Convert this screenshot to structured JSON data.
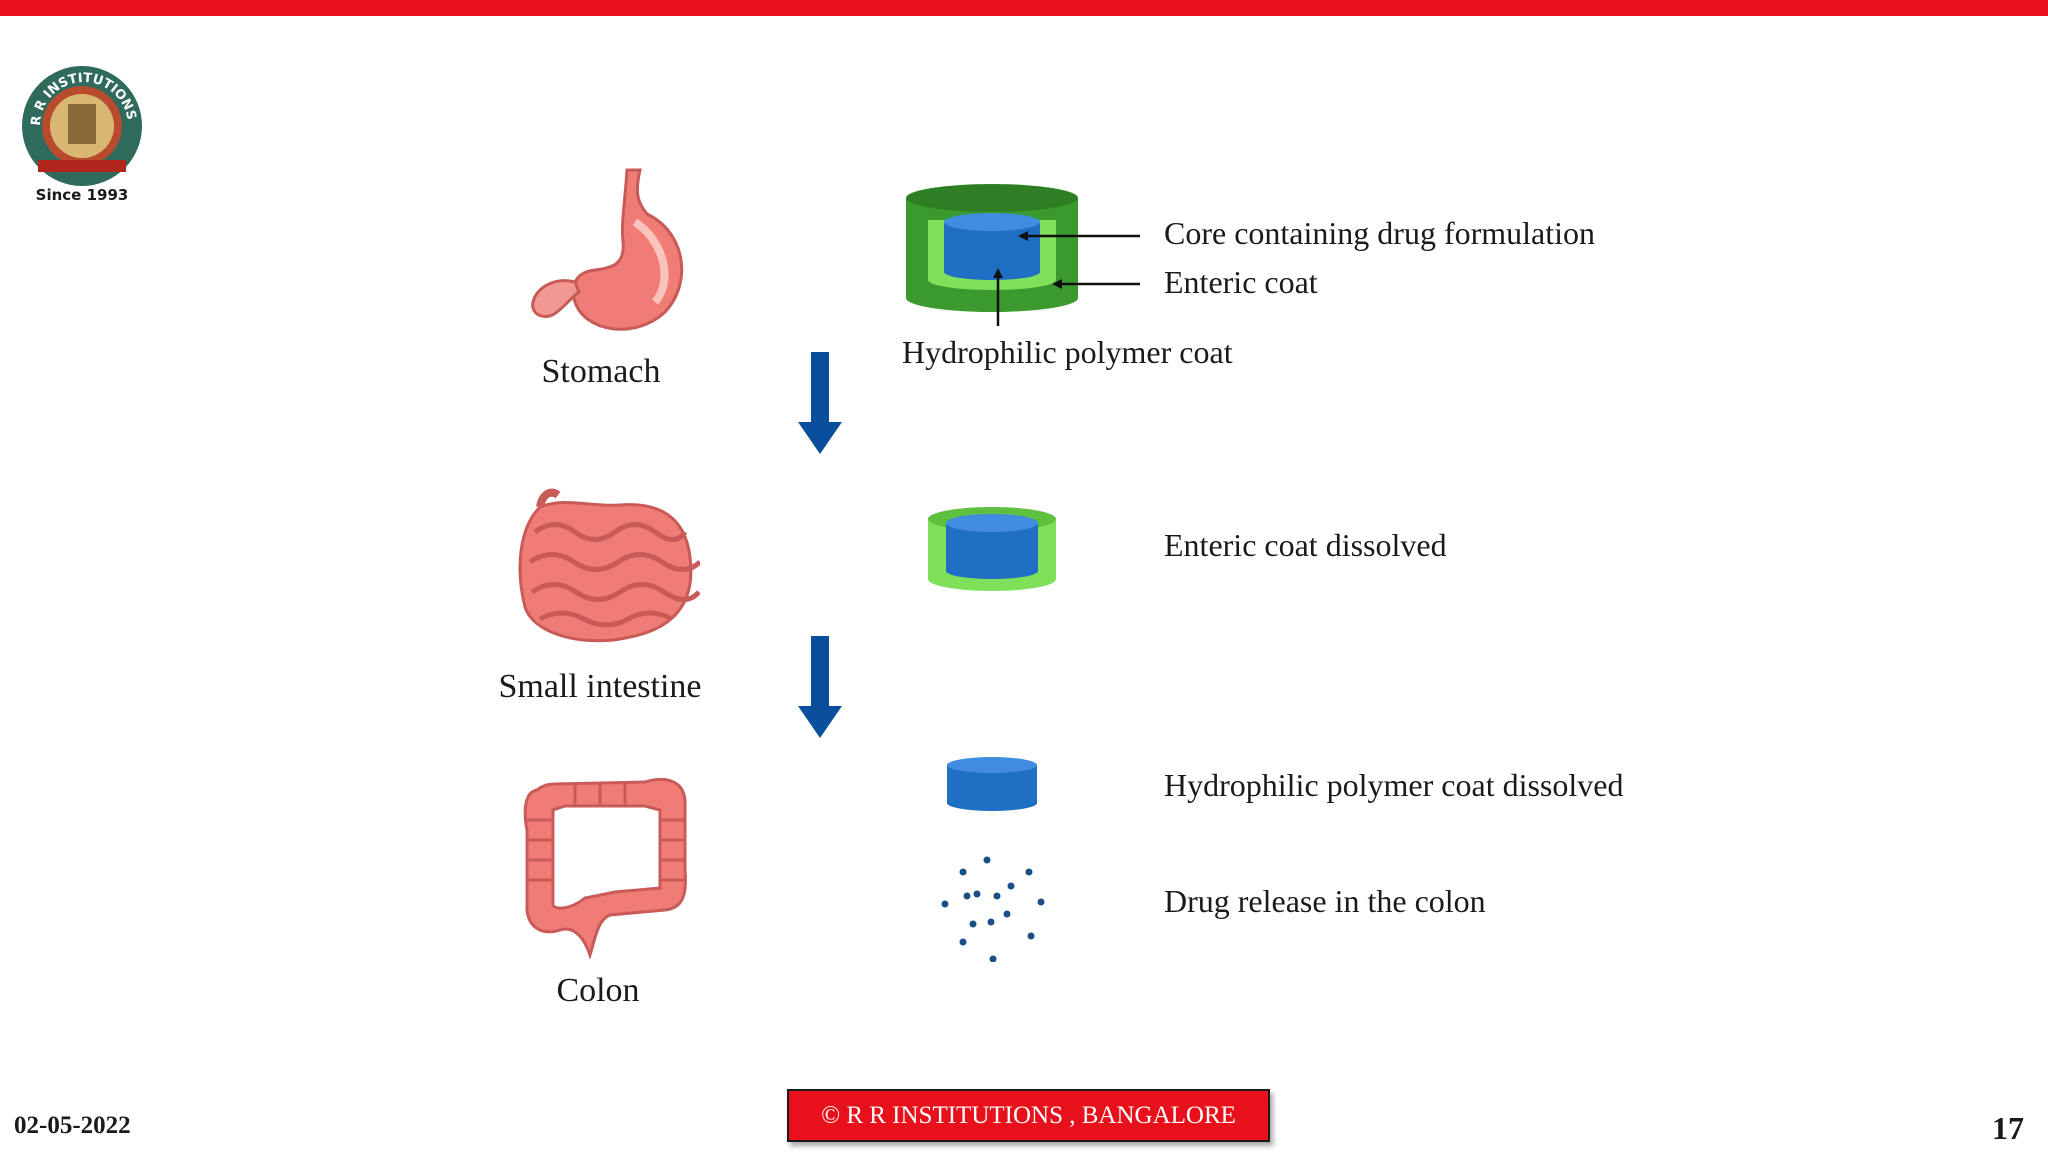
{
  "header": {
    "accent_color": "#e8101a"
  },
  "logo": {
    "ring_text": "R R INSTITUTIONS",
    "since_text": "Since 1993"
  },
  "organs": {
    "stomach": "Stomach",
    "small_intestine": "Small intestine",
    "colon": "Colon"
  },
  "tablet_labels": {
    "core": "Core containing drug formulation",
    "enteric": "Enteric coat",
    "hydrophilic": "Hydrophilic polymer coat"
  },
  "stages": {
    "enteric_dissolved": "Enteric coat dissolved",
    "hydrophilic_dissolved": "Hydrophilic polymer  coat dissolved",
    "drug_release": "Drug release in the colon"
  },
  "colors": {
    "enteric": "#3a9a2e",
    "hydrophilic": "#7fe05a",
    "core": "#1f6fc4",
    "arrow": "#0a4f9e",
    "organ": "#f07c76"
  },
  "footer": {
    "date": "02-05-2022",
    "copyright": "© R R INSTITUTIONS , BANGALORE",
    "page_number": "17"
  }
}
